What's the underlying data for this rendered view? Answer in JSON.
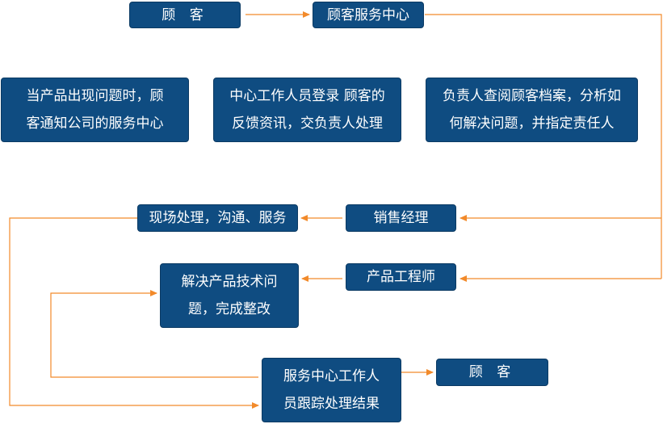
{
  "nodes": {
    "customer_top": "顾 客",
    "service_center": "顾客服务中心",
    "step1_line1": "当产品出现问题时，顾",
    "step1_line2": "客通知公司的服务中心",
    "step2_line1": "中心工作人员登录 顾客的",
    "step2_line2": "反馈资讯，交负责人处理",
    "step3_line1": "负责人查阅顾客档案，分析如",
    "step3_line2": "何解决问题，并指定责任人",
    "sales_manager": "销售经理",
    "onsite": "现场处理，沟通、服务",
    "product_engineer": "产品工程师",
    "solve_line1": "解决产品技术问",
    "solve_line2": "题，完成整改",
    "track_line1": "服务中心工作人",
    "track_line2": "员跟踪处理结果",
    "customer_bottom": "顾 客"
  },
  "colors": {
    "box_fill": "#0f4c81",
    "box_border": "#0b3a63",
    "box_text": "#ffffff",
    "arrow": "#f28a2a"
  }
}
